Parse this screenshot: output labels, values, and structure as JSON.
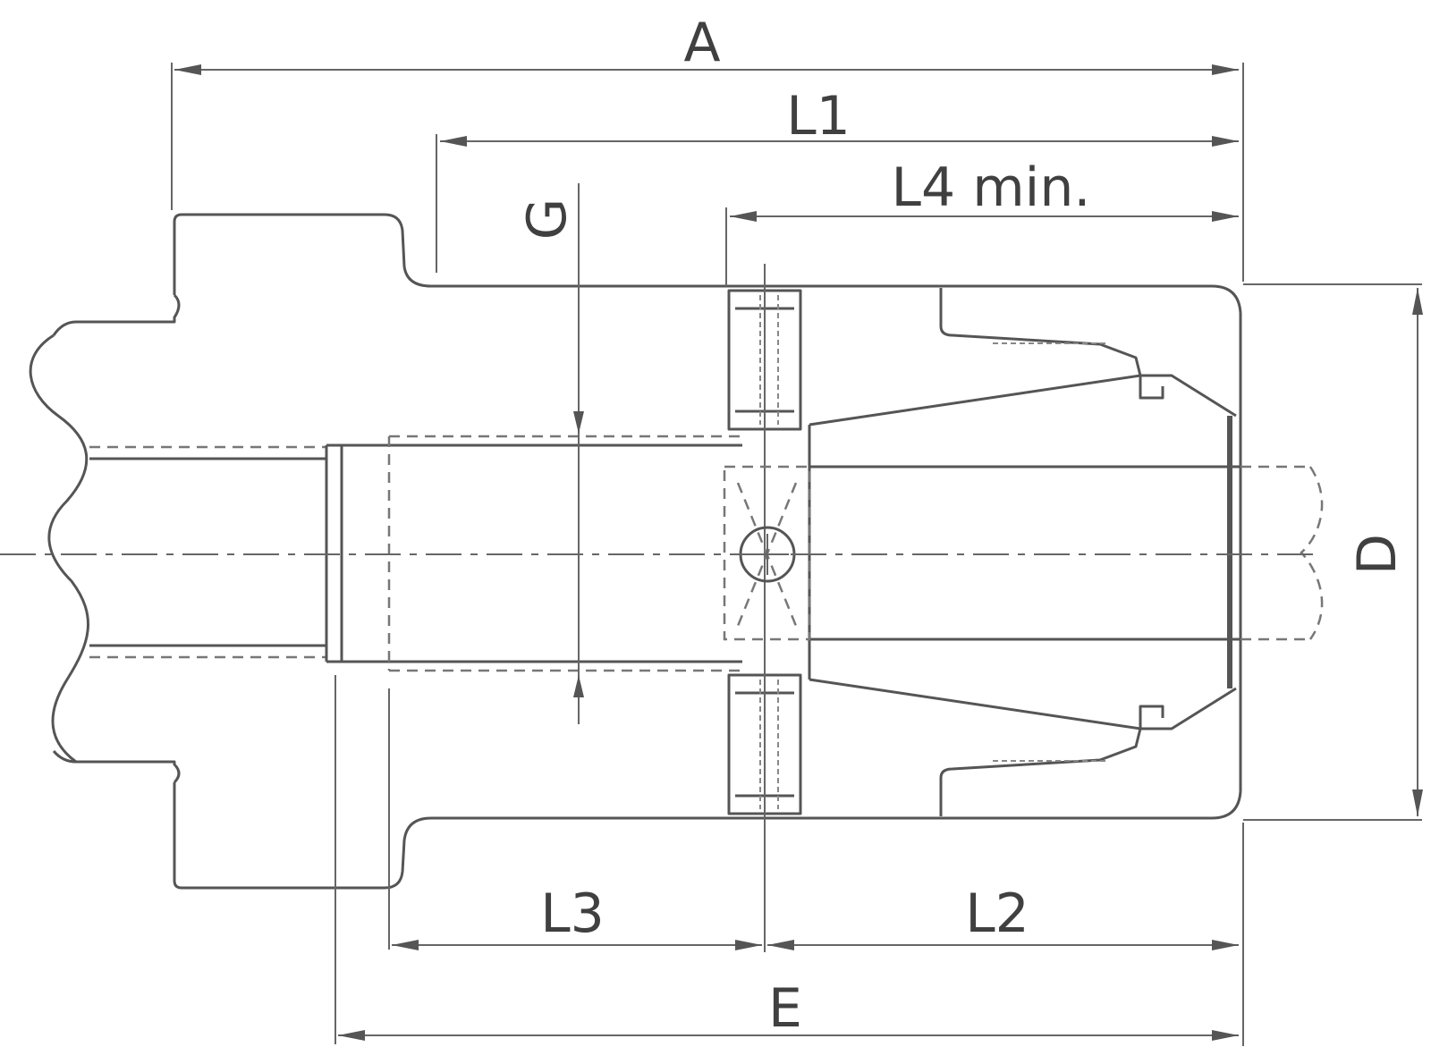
{
  "labels": {
    "A": "A",
    "L1": "L1",
    "L4": "L4 min.",
    "G": "G",
    "D": "D",
    "L3": "L3",
    "L2": "L2",
    "E": "E"
  }
}
